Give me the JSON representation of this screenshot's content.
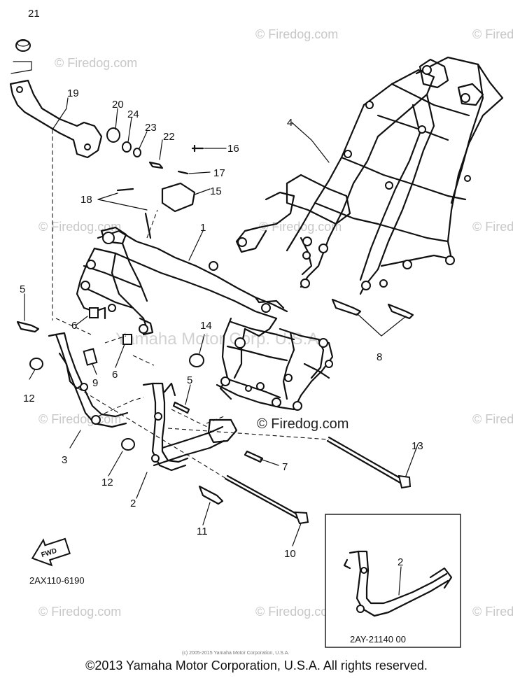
{
  "callouts": {
    "c1": "1",
    "c2": "2",
    "c2b": "2",
    "c3": "3",
    "c4": "4",
    "c5a": "5",
    "c5b": "5",
    "c6a": "6",
    "c6b": "6",
    "c7": "7",
    "c8": "8",
    "c9": "9",
    "c10": "10",
    "c11": "11",
    "c12a": "12",
    "c12b": "12",
    "c13": "13",
    "c14": "14",
    "c15": "15",
    "c16": "16",
    "c17": "17",
    "c18": "18",
    "c19": "19",
    "c20": "20",
    "c21": "21",
    "c22": "22",
    "c23": "23",
    "c24": "24"
  },
  "fwd_label": "FWD",
  "diagram_code": "2AX110-6190",
  "inset_code": "2AY-21140 00",
  "inset_credit": "(c) 2005-2015 Yamaha Motor Corporation, U.S.A.",
  "watermarks": {
    "firedog": "© Firedog.com",
    "yamaha": "Yamaha Motor Corp. U.S.A."
  },
  "copyright": "©2013 Yamaha Motor Corporation, U.S.A. All rights reserved."
}
